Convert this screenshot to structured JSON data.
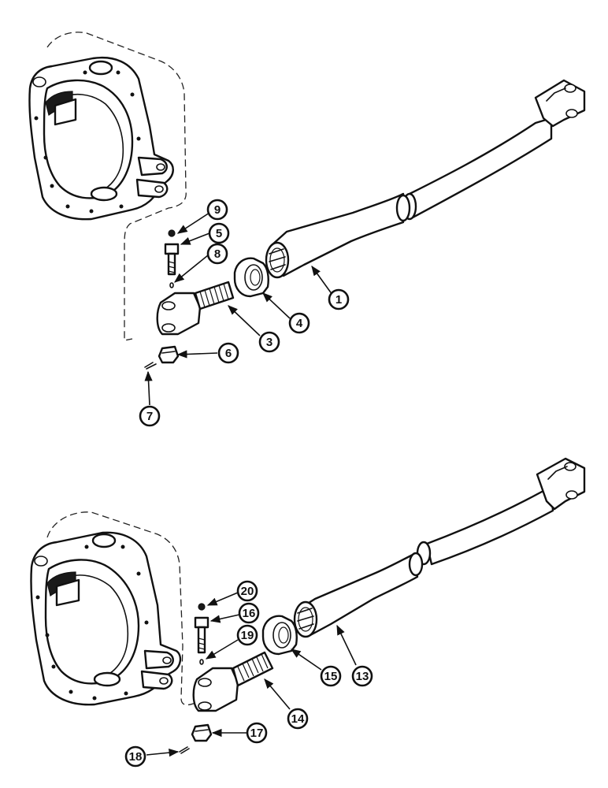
{
  "callouts": {
    "c1": "1",
    "c3": "3",
    "c4": "4",
    "c5": "5",
    "c6": "6",
    "c7": "7",
    "c8": "8",
    "c9": "9",
    "c13": "13",
    "c14": "14",
    "c15": "15",
    "c16": "16",
    "c17": "17",
    "c18": "18",
    "c19": "19",
    "c20": "20"
  }
}
